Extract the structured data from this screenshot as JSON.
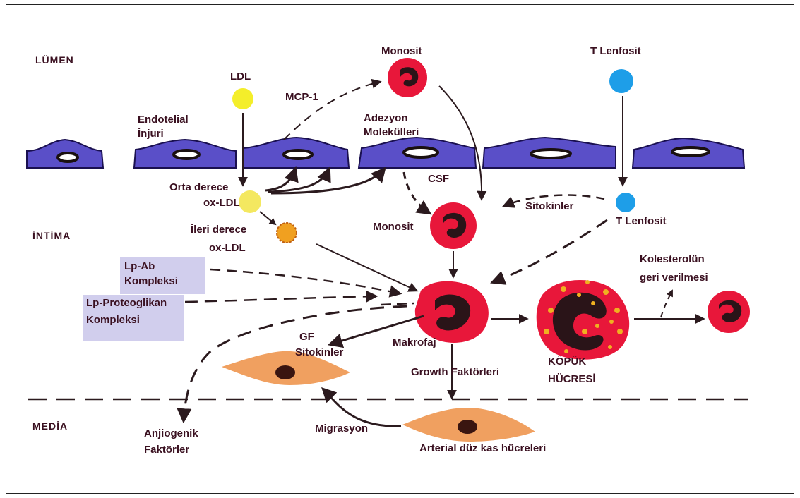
{
  "regions": {
    "lumen": "LÜMEN",
    "intima": "İNTİMA",
    "media": "MEDİA"
  },
  "labels": {
    "monosit_top": "Monosit",
    "t_lenfosit_top": "T Lenfosit",
    "ldl": "LDL",
    "mcp1": "MCP-1",
    "endotelial_1": "Endotelial",
    "endotelial_2": "İnjuri",
    "adezyon_1": "Adezyon",
    "adezyon_2": "Molekülleri",
    "csf": "CSF",
    "orta_1": "Orta derece",
    "orta_2": "ox-LDL",
    "ileri_1": "İleri derece",
    "ileri_2": "ox-LDL",
    "sitokinler": "Sitokinler",
    "monosit_mid": "Monosit",
    "t_lenfosit_mid": "T Lenfosit",
    "lpab_1": "Lp-Ab",
    "lpab_2": "Kompleksi",
    "lppg_1": "Lp-Proteoglikan",
    "lppg_2": "Kompleksi",
    "kolesterol_1": "Kolesterolün",
    "kolesterol_2": "geri verilmesi",
    "gf_1": "GF",
    "gf_2": "Sitokinler",
    "makrofaj": "Makrofaj",
    "kopuk_1": "KÖPÜK",
    "kopuk_2": "HÜCRESİ",
    "growth": "Growth Faktörleri",
    "anjiogenik_1": "Anjiogenik",
    "anjiogenik_2": "Faktörler",
    "migrasyon": "Migrasyon",
    "arterial": "Arterial düz kas hücreleri"
  },
  "colors": {
    "endothelium": "#5a4fc8",
    "cell_red": "#e8173a",
    "nucleus": "#2a1418",
    "ldl_yellow": "#f4ee2a",
    "oxldl_orange": "#f0a020",
    "tcell_blue": "#1e9ee8",
    "smooth_muscle": "#f0a060",
    "arrow": "#2b1a1e",
    "shade": "#c9c6ea"
  },
  "icons": [
    "endothelial-cell",
    "monocyte",
    "t-lymphocyte",
    "ldl-particle",
    "oxidized-ldl",
    "macrophage",
    "foam-cell",
    "smooth-muscle-cell"
  ]
}
